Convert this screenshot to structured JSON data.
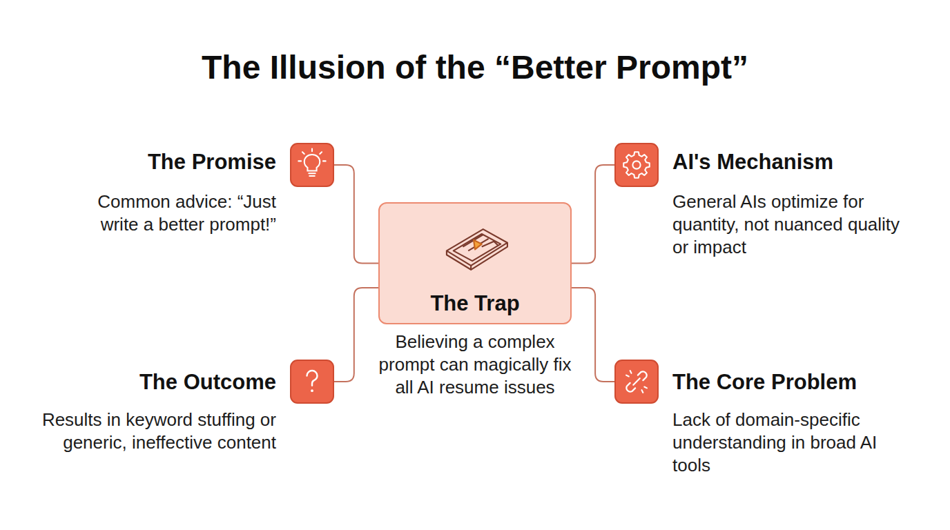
{
  "diagram": {
    "title": "The Illusion of the “Better Prompt”",
    "nodes": [
      {
        "text": [
          "The Promise",
          "Common advice: “Just write a better prompt!”"
        ]
      },
      {
        "text": [
          "AI's Mechanism",
          "General AIs optimize for quantity, not nuanced quality or impact"
        ]
      },
      {
        "text": [
          "The Trap",
          "Believing a complex prompt can magically fix all AI resume issues"
        ]
      },
      {
        "text": [
          "The Outcome",
          "Results in keyword stuffing or generic, ineffective content"
        ]
      },
      {
        "text": [
          "The Core Problem",
          "Lack of domain-specific understanding in broad AI tools"
        ]
      }
    ],
    "edges": [
      {
        "from": 0,
        "to": 2,
        "arrow": "none"
      },
      {
        "from": 1,
        "to": 2,
        "arrow": "none"
      },
      {
        "from": 3,
        "to": 2,
        "arrow": "none"
      },
      {
        "from": 4,
        "to": 2,
        "arrow": "none"
      }
    ]
  }
}
